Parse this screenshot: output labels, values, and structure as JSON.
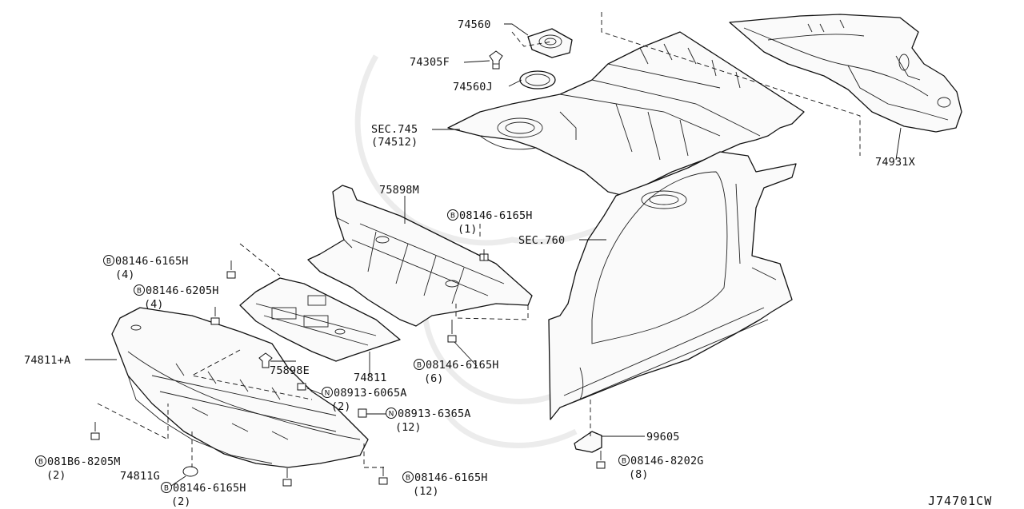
{
  "diagram_code": "J74701CW",
  "parts": [
    {
      "id": "p74560",
      "number": "74560"
    },
    {
      "id": "p74305F",
      "number": "74305F"
    },
    {
      "id": "p74560J",
      "number": "74560J"
    },
    {
      "id": "sec745",
      "number": "SEC.745",
      "sub": "(74512)"
    },
    {
      "id": "p74931X",
      "number": "74931X"
    },
    {
      "id": "p75898M",
      "number": "75898M"
    },
    {
      "id": "sec760",
      "number": "SEC.760"
    },
    {
      "id": "p74811A",
      "number": "74811+A"
    },
    {
      "id": "p75898E",
      "number": "75898E"
    },
    {
      "id": "p74811",
      "number": "74811"
    },
    {
      "id": "p99605",
      "number": "99605"
    },
    {
      "id": "p74811G",
      "number": "74811G"
    }
  ],
  "fasteners": [
    {
      "id": "b1",
      "mark": "B",
      "number": "08146-6165H",
      "qty": "(1)"
    },
    {
      "id": "b4a",
      "mark": "B",
      "number": "08146-6165H",
      "qty": "(4)"
    },
    {
      "id": "b4b",
      "mark": "B",
      "number": "08146-6205H",
      "qty": "(4)"
    },
    {
      "id": "b6",
      "mark": "B",
      "number": "08146-6165H",
      "qty": "(6)"
    },
    {
      "id": "n2",
      "mark": "N",
      "number": "08913-6065A",
      "qty": "(2)"
    },
    {
      "id": "n12",
      "mark": "N",
      "number": "08913-6365A",
      "qty": "(12)"
    },
    {
      "id": "b2a",
      "mark": "B",
      "number": "081B6-8205M",
      "qty": "(2)"
    },
    {
      "id": "b2b",
      "mark": "B",
      "number": "08146-6165H",
      "qty": "(2)"
    },
    {
      "id": "b12",
      "mark": "B",
      "number": "08146-6165H",
      "qty": "(12)"
    },
    {
      "id": "b8",
      "mark": "B",
      "number": "08146-8202G",
      "qty": "(8)"
    }
  ]
}
